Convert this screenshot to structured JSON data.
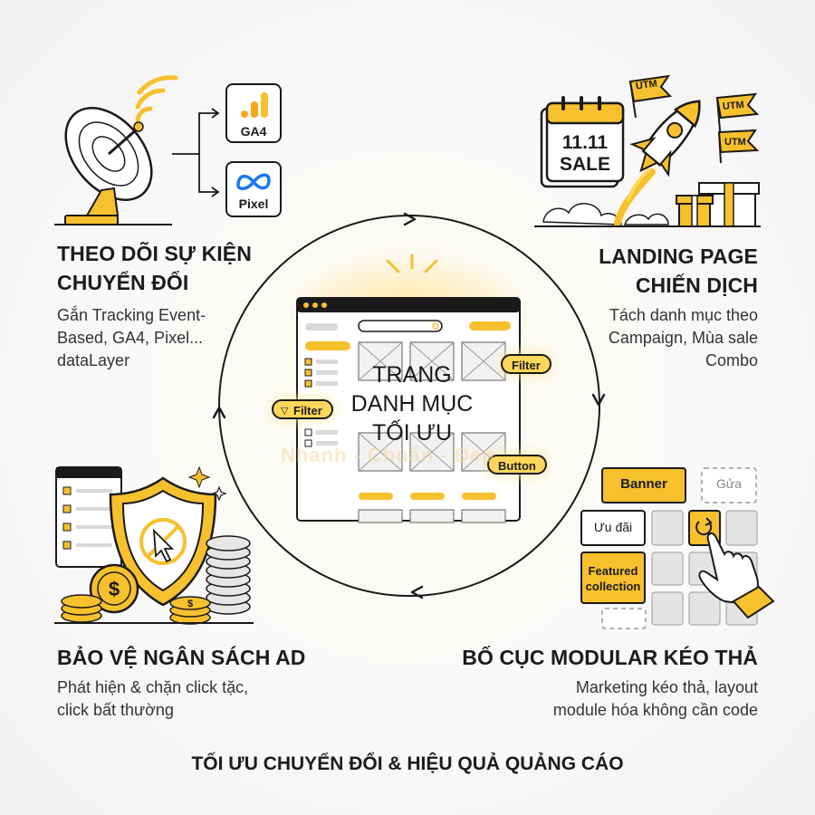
{
  "colors": {
    "accent": "#f7c02d",
    "accent_light": "#ffd75a",
    "ink": "#1a1a1a",
    "grey": "#d9d9d9"
  },
  "center": {
    "label_lines": [
      "TRANG",
      "DANH MỤC",
      "TỐI ƯU"
    ]
  },
  "tags": {
    "filter_right": "Filter",
    "filter_left": "Filter",
    "button": "Button"
  },
  "tracking": {
    "title_lines": [
      "THEO DÕI SỰ KIỆN",
      "CHUYỂN ĐỔI"
    ],
    "desc_lines": [
      "Gắn Tracking Event-",
      "Based, GA4, Pixel...",
      "dataLayer"
    ],
    "ga4_label": "GA4",
    "pixel_label": "Pixel"
  },
  "landing": {
    "title_lines": [
      "LANDING PAGE",
      "CHIẾN DỊCH"
    ],
    "desc_lines": [
      "Tách danh mục theo",
      "Campaign, Mùa sale",
      "Combo"
    ],
    "calendar_lines": [
      "11.11",
      "SALE"
    ],
    "flag_label": "UTM"
  },
  "budget": {
    "title": "BẢO VỆ NGÂN SÁCH AD",
    "desc_lines": [
      "Phát hiện & chặn click tặc,",
      "click bất thường"
    ]
  },
  "modular": {
    "title": "BỐ CỤC MODULAR KÉO THẢ",
    "desc_lines": [
      "Marketing kéo thả, layout",
      "module hóa không cần code"
    ],
    "blocks": {
      "banner": "Banner",
      "gua": "Gửa",
      "uu_dai": "Ưu đãi",
      "featured_lines": [
        "Featured",
        "collection"
      ]
    }
  },
  "footer": "TỐI ƯU CHUYỂN ĐỔI & HIỆU QUẢ QUẢNG CÁO",
  "watermark": "Nhanh - Chuẩn - Đẹp"
}
